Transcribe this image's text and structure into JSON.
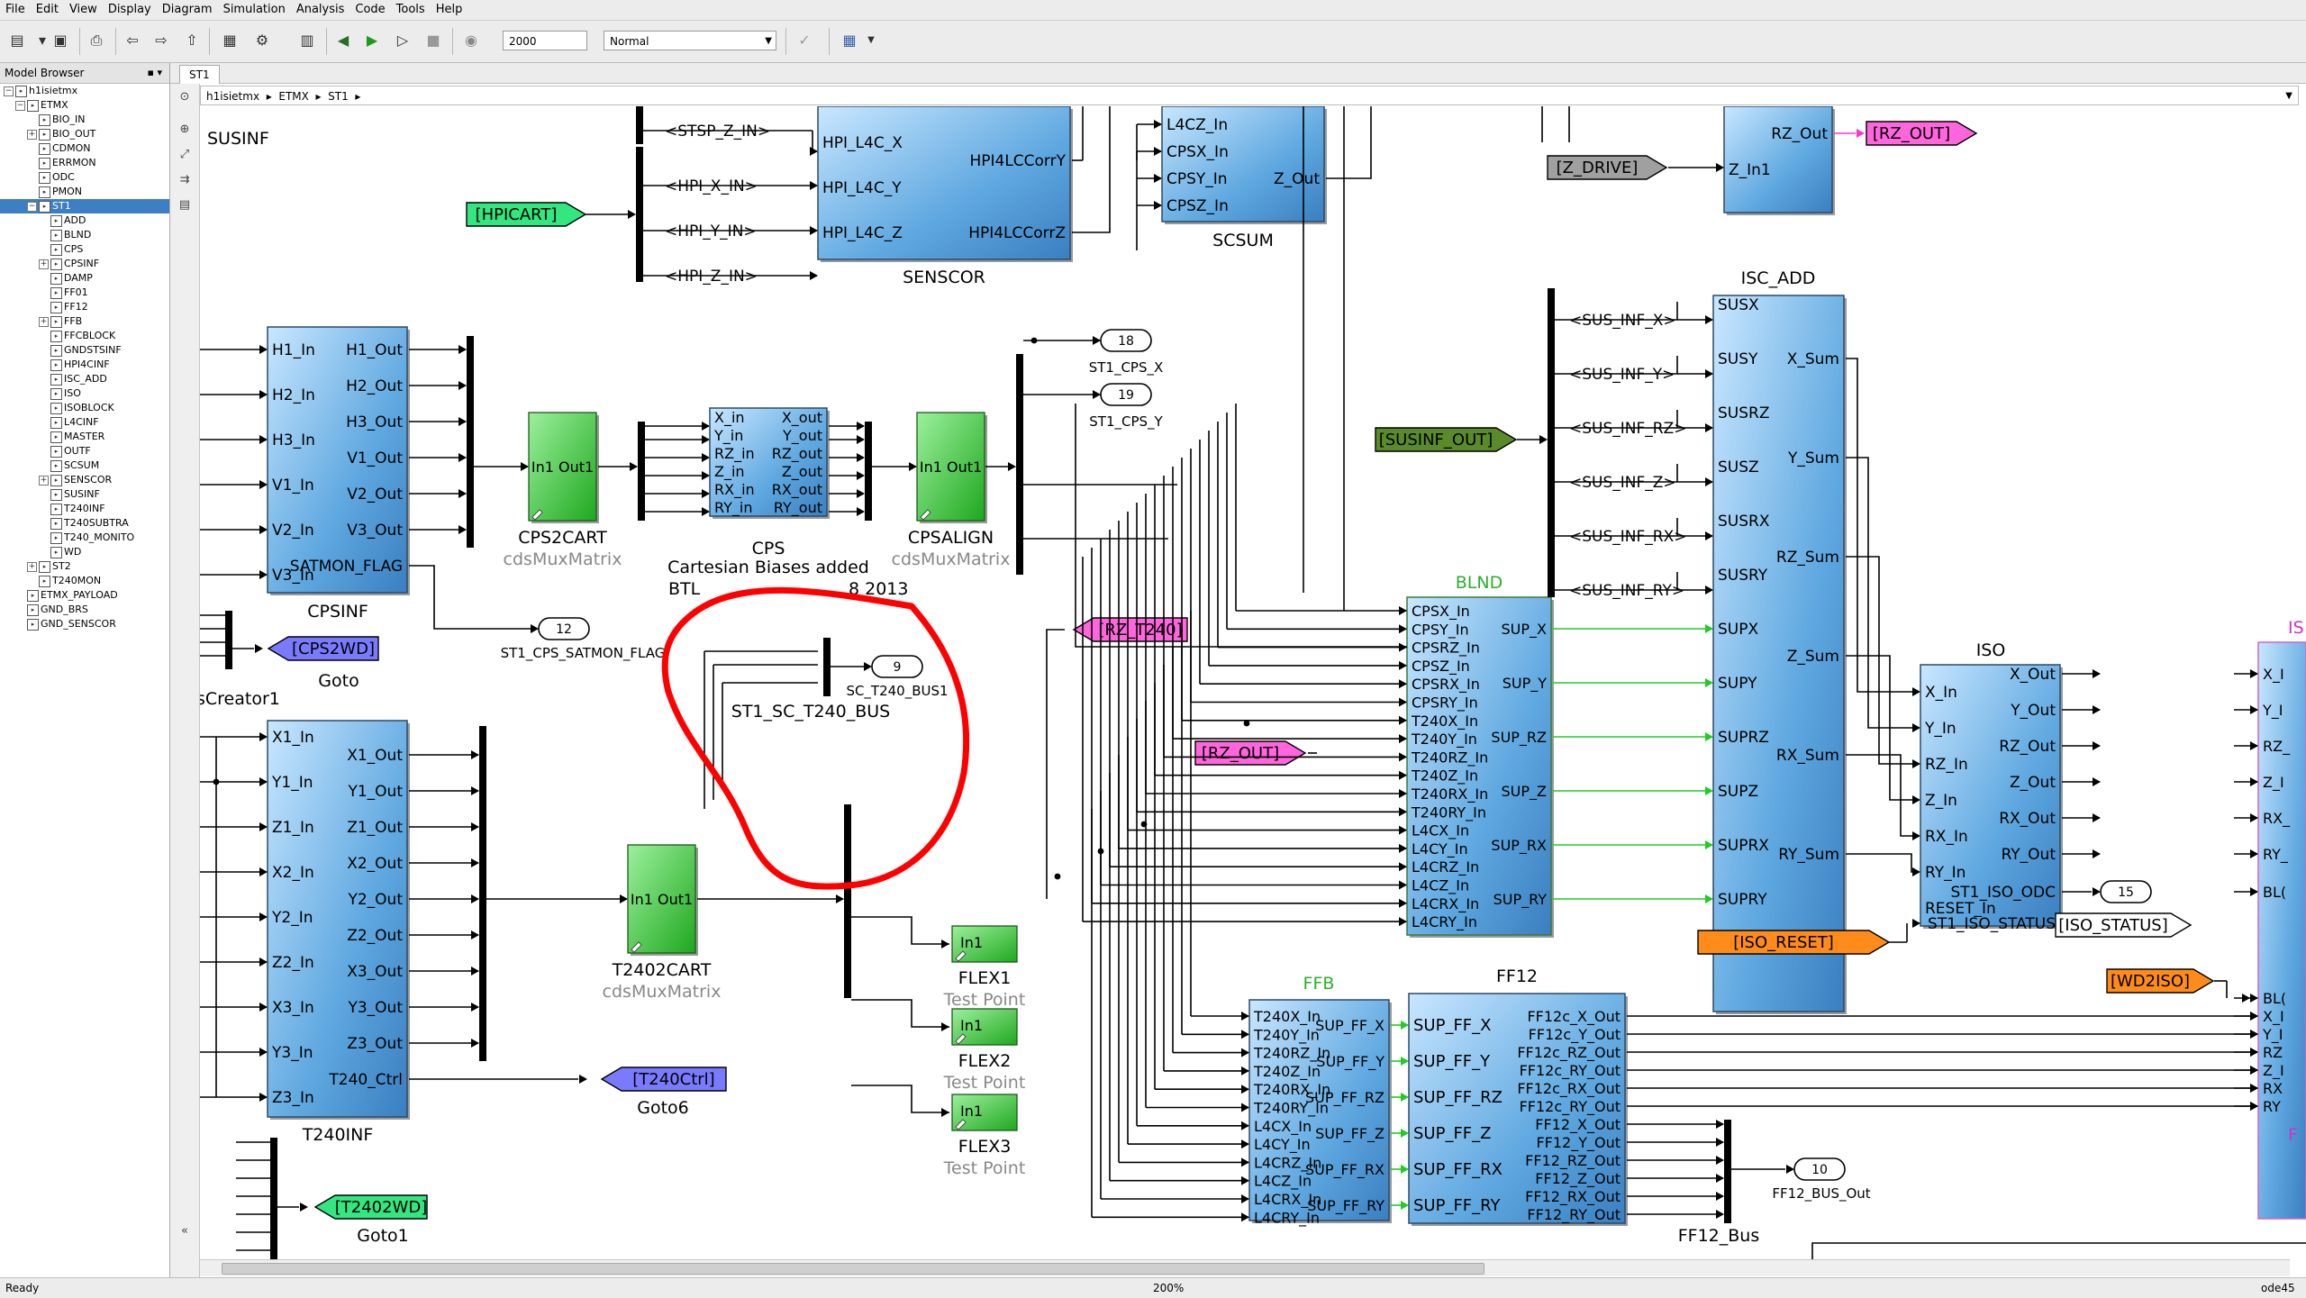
{
  "menu": [
    "File",
    "Edit",
    "View",
    "Display",
    "Diagram",
    "Simulation",
    "Analysis",
    "Code",
    "Tools",
    "Help"
  ],
  "toolbar": {
    "sim_stop_time": "2000",
    "sim_mode": "Normal",
    "icons": [
      "new-model-icon",
      "save-icon",
      "print-icon",
      "back-icon",
      "forward-icon",
      "up-icon",
      "library-browser-icon",
      "model-config-icon",
      "step-back-icon",
      "run-icon",
      "step-forward-icon",
      "stop-icon",
      "record-icon",
      "model-advisor-icon",
      "build-icon"
    ]
  },
  "model_browser": {
    "title": "Model Browser",
    "tree": [
      {
        "label": "h1isietmx",
        "level": 0,
        "exp": "-"
      },
      {
        "label": "ETMX",
        "level": 1,
        "exp": "-"
      },
      {
        "label": "BIO_IN",
        "level": 2,
        "exp": ""
      },
      {
        "label": "BIO_OUT",
        "level": 2,
        "exp": "+"
      },
      {
        "label": "CDMON",
        "level": 2,
        "exp": ""
      },
      {
        "label": "ERRMON",
        "level": 2,
        "exp": ""
      },
      {
        "label": "ODC",
        "level": 2,
        "exp": ""
      },
      {
        "label": "PMON",
        "level": 2,
        "exp": ""
      },
      {
        "label": "ST1",
        "level": 2,
        "exp": "-",
        "selected": true
      },
      {
        "label": "ADD",
        "level": 3,
        "exp": ""
      },
      {
        "label": "BLND",
        "level": 3,
        "exp": ""
      },
      {
        "label": "CPS",
        "level": 3,
        "exp": ""
      },
      {
        "label": "CPSINF",
        "level": 3,
        "exp": "+"
      },
      {
        "label": "DAMP",
        "level": 3,
        "exp": ""
      },
      {
        "label": "FF01",
        "level": 3,
        "exp": ""
      },
      {
        "label": "FF12",
        "level": 3,
        "exp": ""
      },
      {
        "label": "FFB",
        "level": 3,
        "exp": "+"
      },
      {
        "label": "FFCBLOCK",
        "level": 3,
        "exp": ""
      },
      {
        "label": "GNDSTSINF",
        "level": 3,
        "exp": ""
      },
      {
        "label": "HPI4CINF",
        "level": 3,
        "exp": ""
      },
      {
        "label": "ISC_ADD",
        "level": 3,
        "exp": ""
      },
      {
        "label": "ISO",
        "level": 3,
        "exp": ""
      },
      {
        "label": "ISOBLOCK",
        "level": 3,
        "exp": ""
      },
      {
        "label": "L4CINF",
        "level": 3,
        "exp": ""
      },
      {
        "label": "MASTER",
        "level": 3,
        "exp": ""
      },
      {
        "label": "OUTF",
        "level": 3,
        "exp": ""
      },
      {
        "label": "SCSUM",
        "level": 3,
        "exp": ""
      },
      {
        "label": "SENSCOR",
        "level": 3,
        "exp": "+"
      },
      {
        "label": "SUSINF",
        "level": 3,
        "exp": ""
      },
      {
        "label": "T240INF",
        "level": 3,
        "exp": ""
      },
      {
        "label": "T240SUBTRA",
        "level": 3,
        "exp": ""
      },
      {
        "label": "T240_MONITO",
        "level": 3,
        "exp": ""
      },
      {
        "label": "WD",
        "level": 3,
        "exp": ""
      },
      {
        "label": "ST2",
        "level": 2,
        "exp": "+"
      },
      {
        "label": "T240MON",
        "level": 2,
        "exp": ""
      },
      {
        "label": "ETMX_PAYLOAD",
        "level": 1,
        "exp": ""
      },
      {
        "label": "GND_BRS",
        "level": 1,
        "exp": ""
      },
      {
        "label": "GND_SENSCOR",
        "level": 1,
        "exp": ""
      }
    ]
  },
  "tab": "ST1",
  "breadcrumb": [
    "h1isietmx",
    "ETMX",
    "ST1"
  ],
  "status": {
    "left": "Ready",
    "zoom": "200%",
    "solver": "ode45"
  },
  "diagram": {
    "susinf_label": "SUSINF",
    "senscor": {
      "name": "SENSCOR",
      "inputs": [
        "HPI_L4C_X",
        "HPI_L4C_Y",
        "HPI_L4C_Z"
      ],
      "outputs": [
        "HPI4LCCorrY",
        "HPI4LCCorrZ"
      ]
    },
    "senscor_bus_labels": [
      "<STSP_Z_IN>",
      "<HPI_X_IN>",
      "<HPI_Y_IN>",
      "<HPI_Z_IN>"
    ],
    "hpicart_goto": "[HPICART]",
    "scsum": {
      "name": "SCSUM",
      "inputs": [
        "L4CZ_In",
        "CPSX_In",
        "CPSY_In",
        "CPSZ_In"
      ],
      "output": "Z_Out"
    },
    "z_drive": "[Z_DRIVE]",
    "rz_block": {
      "in": "Z_In1",
      "out": "RZ_Out"
    },
    "rz_out_goto": "[RZ_OUT]",
    "cpsinf": {
      "name": "CPSINF",
      "inputs": [
        "H1_In",
        "H2_In",
        "H3_In",
        "V1_In",
        "V2_In",
        "V3_In"
      ],
      "outputs": [
        "H1_Out",
        "H2_Out",
        "H3_Out",
        "V1_Out",
        "V2_Out",
        "V3_Out",
        "SATMON_FLAG"
      ]
    },
    "cps2cart": {
      "name": "CPS2CART",
      "sub": "cdsMuxMatrix",
      "ports": "In1 Out1"
    },
    "cps": {
      "name": "CPS",
      "inputs": [
        "X_in",
        "Y_in",
        "RZ_in",
        "Z_in",
        "RX_in",
        "RY_in"
      ],
      "outputs": [
        "X_out",
        "Y_out",
        "RZ_out",
        "Z_out",
        "RX_out",
        "RY_out"
      ],
      "annotation": "Cartesian Biases added",
      "annotation2": "BTL, HRAP, July 18 2013"
    },
    "cpsalign": {
      "name": "CPSALIGN",
      "sub": "cdsMuxMatrix",
      "ports": "In1 Out1"
    },
    "outports": [
      {
        "num": "18",
        "label": "ST1_CPS_X"
      },
      {
        "num": "19",
        "label": "ST1_CPS_Y"
      },
      {
        "num": "12",
        "label": "ST1_CPS_SATMON_FLAG"
      },
      {
        "num": "9",
        "label": "SC_T240_BUS1"
      },
      {
        "num": "15",
        "label": "ST1_ISO_ODC"
      },
      {
        "num": "10",
        "label": "FF12_BUS_Out"
      }
    ],
    "cps2wd_goto": "[CPS2WD]",
    "goto_label": "Goto",
    "creator_label": "sCreator1",
    "st1_sc_t240_bus": "ST1_SC_T240_BUS",
    "rz_t240_from": "[RZ_T240]",
    "rz_out_from": "[RZ_OUT]",
    "t240inf": {
      "name": "T240INF",
      "inputs": [
        "X1_In",
        "Y1_In",
        "Z1_In",
        "X2_In",
        "Y2_In",
        "Z2_In",
        "X3_In",
        "Y3_In",
        "Z3_In"
      ],
      "outputs": [
        "X1_Out",
        "Y1_Out",
        "Z1_Out",
        "X2_Out",
        "Y2_Out",
        "Z2_Out",
        "X3_Out",
        "Y3_Out",
        "Z3_Out",
        "T240_Ctrl"
      ]
    },
    "t2402cart": {
      "name": "T2402CART",
      "sub": "cdsMuxMatrix",
      "ports": "In1 Out1"
    },
    "t240ctrl_goto": "[T240Ctrl]",
    "goto6_label": "Goto6",
    "t2402wd_goto": "[T2402WD]",
    "goto1_label": "Goto1",
    "flex": [
      {
        "name": "FLEX1",
        "sub": "Test Point",
        "port": "In1"
      },
      {
        "name": "FLEX2",
        "sub": "Test Point",
        "port": "In1"
      },
      {
        "name": "FLEX3",
        "sub": "Test Point",
        "port": "In1"
      }
    ],
    "blnd": {
      "name": "BLND",
      "inputs": [
        "CPSX_In",
        "CPSY_In",
        "CPSRZ_In",
        "CPSZ_In",
        "CPSRX_In",
        "CPSRY_In",
        "T240X_In",
        "T240Y_In",
        "T240RZ_In",
        "T240Z_In",
        "T240RX_In",
        "T240RY_In",
        "L4CX_In",
        "L4CY_In",
        "L4CRZ_In",
        "L4CZ_In",
        "L4CRX_In",
        "L4CRY_In"
      ],
      "outputs": [
        "SUP_X",
        "SUP_Y",
        "SUP_RZ",
        "SUP_Z",
        "SUP_RX",
        "SUP_RY"
      ]
    },
    "susinf_out_from": "[SUSINF_OUT]",
    "susinf_bus_labels": [
      "<SUS_INF_X>",
      "<SUS_INF_Y>",
      "<SUS_INF_RZ>",
      "<SUS_INF_Z>",
      "<SUS_INF_RX>",
      "<SUS_INF_RY>"
    ],
    "isc_add": {
      "name": "ISC_ADD",
      "inputs": [
        "SUSX",
        "SUSY",
        "SUSRZ",
        "SUSZ",
        "SUSRX",
        "SUSRY",
        "SUPX",
        "SUPY",
        "SUPRZ",
        "SUPZ",
        "SUPRX",
        "SUPRY"
      ],
      "outputs": [
        "X_Sum",
        "Y_Sum",
        "RZ_Sum",
        "Z_Sum",
        "RX_Sum",
        "RY_Sum"
      ]
    },
    "iso": {
      "name": "ISO",
      "inputs": [
        "X_In",
        "Y_In",
        "RZ_In",
        "Z_In",
        "RX_In",
        "RY_In",
        "RESET_In"
      ],
      "outputs": [
        "X_Out",
        "Y_Out",
        "RZ_Out",
        "Z_Out",
        "RX_Out",
        "RY_Out",
        "ST1_ISO_ODC",
        "ST1_ISO_STATUS"
      ]
    },
    "iso_reset_from": "[ISO_RESET]",
    "wd2iso_from": "[WD2ISO]",
    "iso_status_goto": "[ISO_STATUS]",
    "ffb": {
      "name": "FFB",
      "inputs": [
        "T240X_In",
        "T240Y_In",
        "T240RZ_In",
        "T240Z_In",
        "T240RX_In",
        "T240RY_In",
        "L4CX_In",
        "L4CY_In",
        "L4CRZ_In",
        "L4CZ_In",
        "L4CRX_In",
        "L4CRY_In"
      ],
      "outputs": [
        "SUP_FF_X",
        "SUP_FF_Y",
        "SUP_FF_RZ",
        "SUP_FF_Z",
        "SUP_FF_RX",
        "SUP_FF_RY"
      ]
    },
    "ff12": {
      "name": "FF12",
      "inputs": [
        "SUP_FF_X",
        "SUP_FF_Y",
        "SUP_FF_RZ",
        "SUP_FF_Z",
        "SUP_FF_RX",
        "SUP_FF_RY"
      ],
      "outputs": [
        "FF12c_X_Out",
        "FF12c_Y_Out",
        "FF12c_RZ_Out",
        "FF12c_RY_Out",
        "FF12c_RX_Out",
        "FF12c_RY_Out",
        "FF12_X_Out",
        "FF12_Y_Out",
        "FF12_RZ_Out",
        "FF12_Z_Out",
        "FF12_RX_Out",
        "FF12_RY_Out"
      ]
    },
    "ff12_bus": "FF12_Bus",
    "edge_right_ports": [
      "X_I",
      "Y_I",
      "RZ_",
      "Z_I",
      "RX_",
      "RY_",
      "BL(",
      "BL(",
      "X_I",
      "Y_I",
      "RZ",
      "Z_I",
      "RX",
      "RY"
    ],
    "colors": {
      "blue_block": "#5fa8e0",
      "green_block": "#3cc43c",
      "goto_green": "#33e680",
      "goto_blue": "#7a7aff",
      "goto_pink": "#ff66dd",
      "goto_orange": "#ff8c1a",
      "goto_olive": "#5a8a2a",
      "annotation_red": "#ff0000"
    }
  }
}
